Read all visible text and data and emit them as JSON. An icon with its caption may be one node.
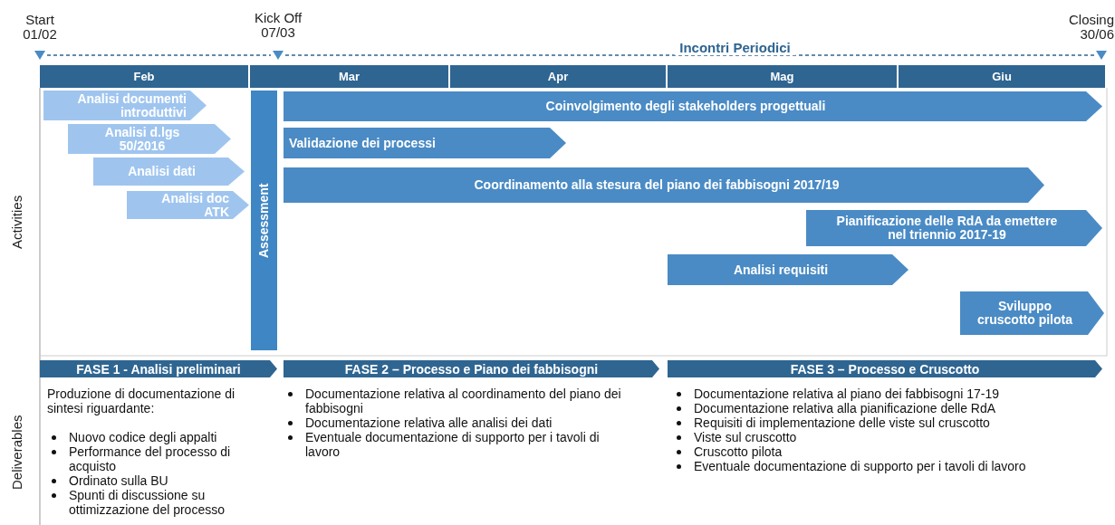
{
  "diagram": {
    "nodes": [
      {
        "text": [
          "Start",
          "01/02"
        ]
      },
      {
        "text": [
          "Kick Off",
          "07/03"
        ]
      },
      {
        "text": [
          "Closing",
          "30/06"
        ]
      },
      {
        "text": [
          "Feb"
        ]
      },
      {
        "text": [
          "Mar"
        ]
      },
      {
        "text": [
          "Apr"
        ]
      },
      {
        "text": [
          "Mag"
        ]
      },
      {
        "text": [
          "Giu"
        ]
      },
      {
        "text": [
          "Analisi documenti introduttivi"
        ]
      },
      {
        "text": [
          "Analisi d.lgs 50/2016"
        ]
      },
      {
        "text": [
          "Analisi dati"
        ]
      },
      {
        "text": [
          "Analisi doc ATK"
        ]
      },
      {
        "text": [
          "Assessment"
        ]
      },
      {
        "text": [
          "Coinvolgimento degli stakeholders progettuali"
        ]
      },
      {
        "text": [
          "Validazione dei processi"
        ]
      },
      {
        "text": [
          "Coordinamento alla stesura del piano dei fabbisogni 2017/19"
        ]
      },
      {
        "text": [
          "Pianificazione delle RdA da emettere nel triennio 2017-19"
        ]
      },
      {
        "text": [
          "Analisi requisiti"
        ]
      },
      {
        "text": [
          "Sviluppo cruscotto pilota"
        ]
      },
      {
        "text": [
          "FASE 1 - Analisi preliminari"
        ]
      },
      {
        "text": [
          "FASE 2 – Processo e Piano dei fabbisogni"
        ]
      },
      {
        "text": [
          "FASE 3 – Processo e Cruscotto"
        ]
      }
    ],
    "edges": [
      {
        "from": 0,
        "to": 1,
        "arrow": "none",
        "style": "dashed"
      },
      {
        "from": 1,
        "to": 2,
        "arrow": "none",
        "style": "dashed",
        "label": "Incontri Periodici"
      }
    ],
    "labels": [
      "Activities",
      "Deliverables",
      "Produzione di documentazione di sintesi riguardante:",
      "Nuovo codice degli appalti",
      "Performance del processo di acquisto",
      "Ordinato sulla BU",
      "Spunti di discussione su ottimizzazione del processo",
      "Documentazione relativa al coordinamento del piano dei fabbisogni",
      "Documentazione relativa alle analisi dei dati",
      "Eventuale documentazione di supporto per i tavoli di lavoro",
      "Documentazione relativa al piano dei fabbisogni 17-19",
      "Documentazione relativa alla pianificazione delle RdA",
      "Requisiti di implementazione delle viste sul cruscotto",
      "Viste sul cruscotto",
      "Cruscotto pilota",
      "Eventuale documentazione di supporto per i tavoli di lavoro"
    ]
  }
}
